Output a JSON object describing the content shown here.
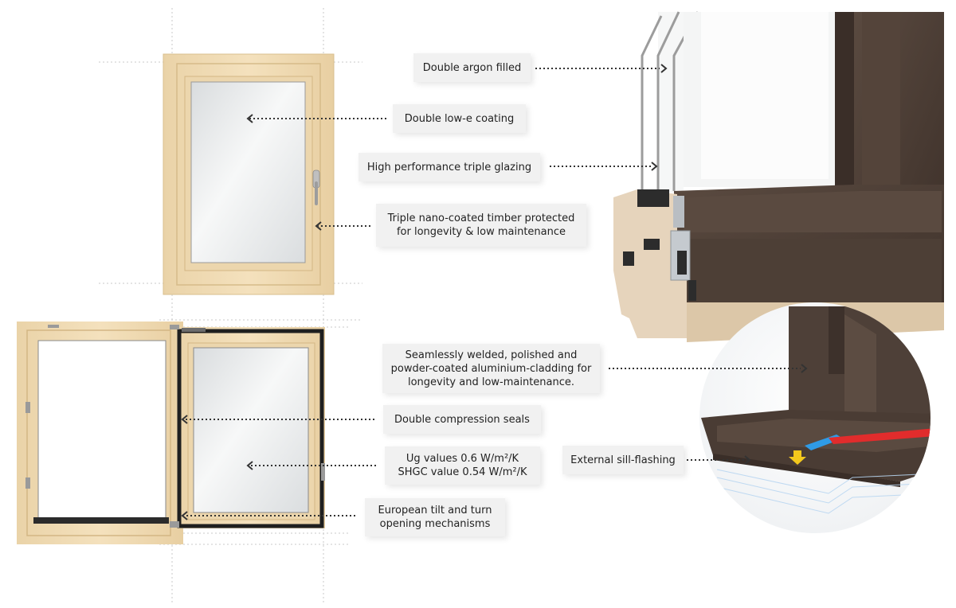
{
  "labels": {
    "argon": {
      "lines": [
        "Double argon filled"
      ]
    },
    "lowe": {
      "lines": [
        "Double low-e coating"
      ]
    },
    "glazing": {
      "lines": [
        "High performance triple glazing"
      ]
    },
    "timber": {
      "lines": [
        "Triple nano-coated timber protected",
        "for longevity & low maintenance"
      ]
    },
    "cladding": {
      "lines": [
        "Seamlessly welded, polished and",
        "powder-coated aluminium-cladding for",
        "longevity and low-maintenance."
      ]
    },
    "seals": {
      "lines": [
        "Double compression seals"
      ]
    },
    "values": {
      "lines": [
        "Ug values 0.6 W/m²/K",
        "SHGC value 0.54 W/m²/K"
      ]
    },
    "sill": {
      "lines": [
        "External sill-flashing"
      ]
    },
    "tilt": {
      "lines": [
        "European tilt and turn",
        "opening mechanisms"
      ]
    }
  },
  "colors": {
    "label_bg": "#f1f1f1",
    "timber": "#f1dcb4",
    "cladding": "#4a3b33",
    "glass": "#e9ebec",
    "gasket": "#222222",
    "leader": "#333333"
  }
}
